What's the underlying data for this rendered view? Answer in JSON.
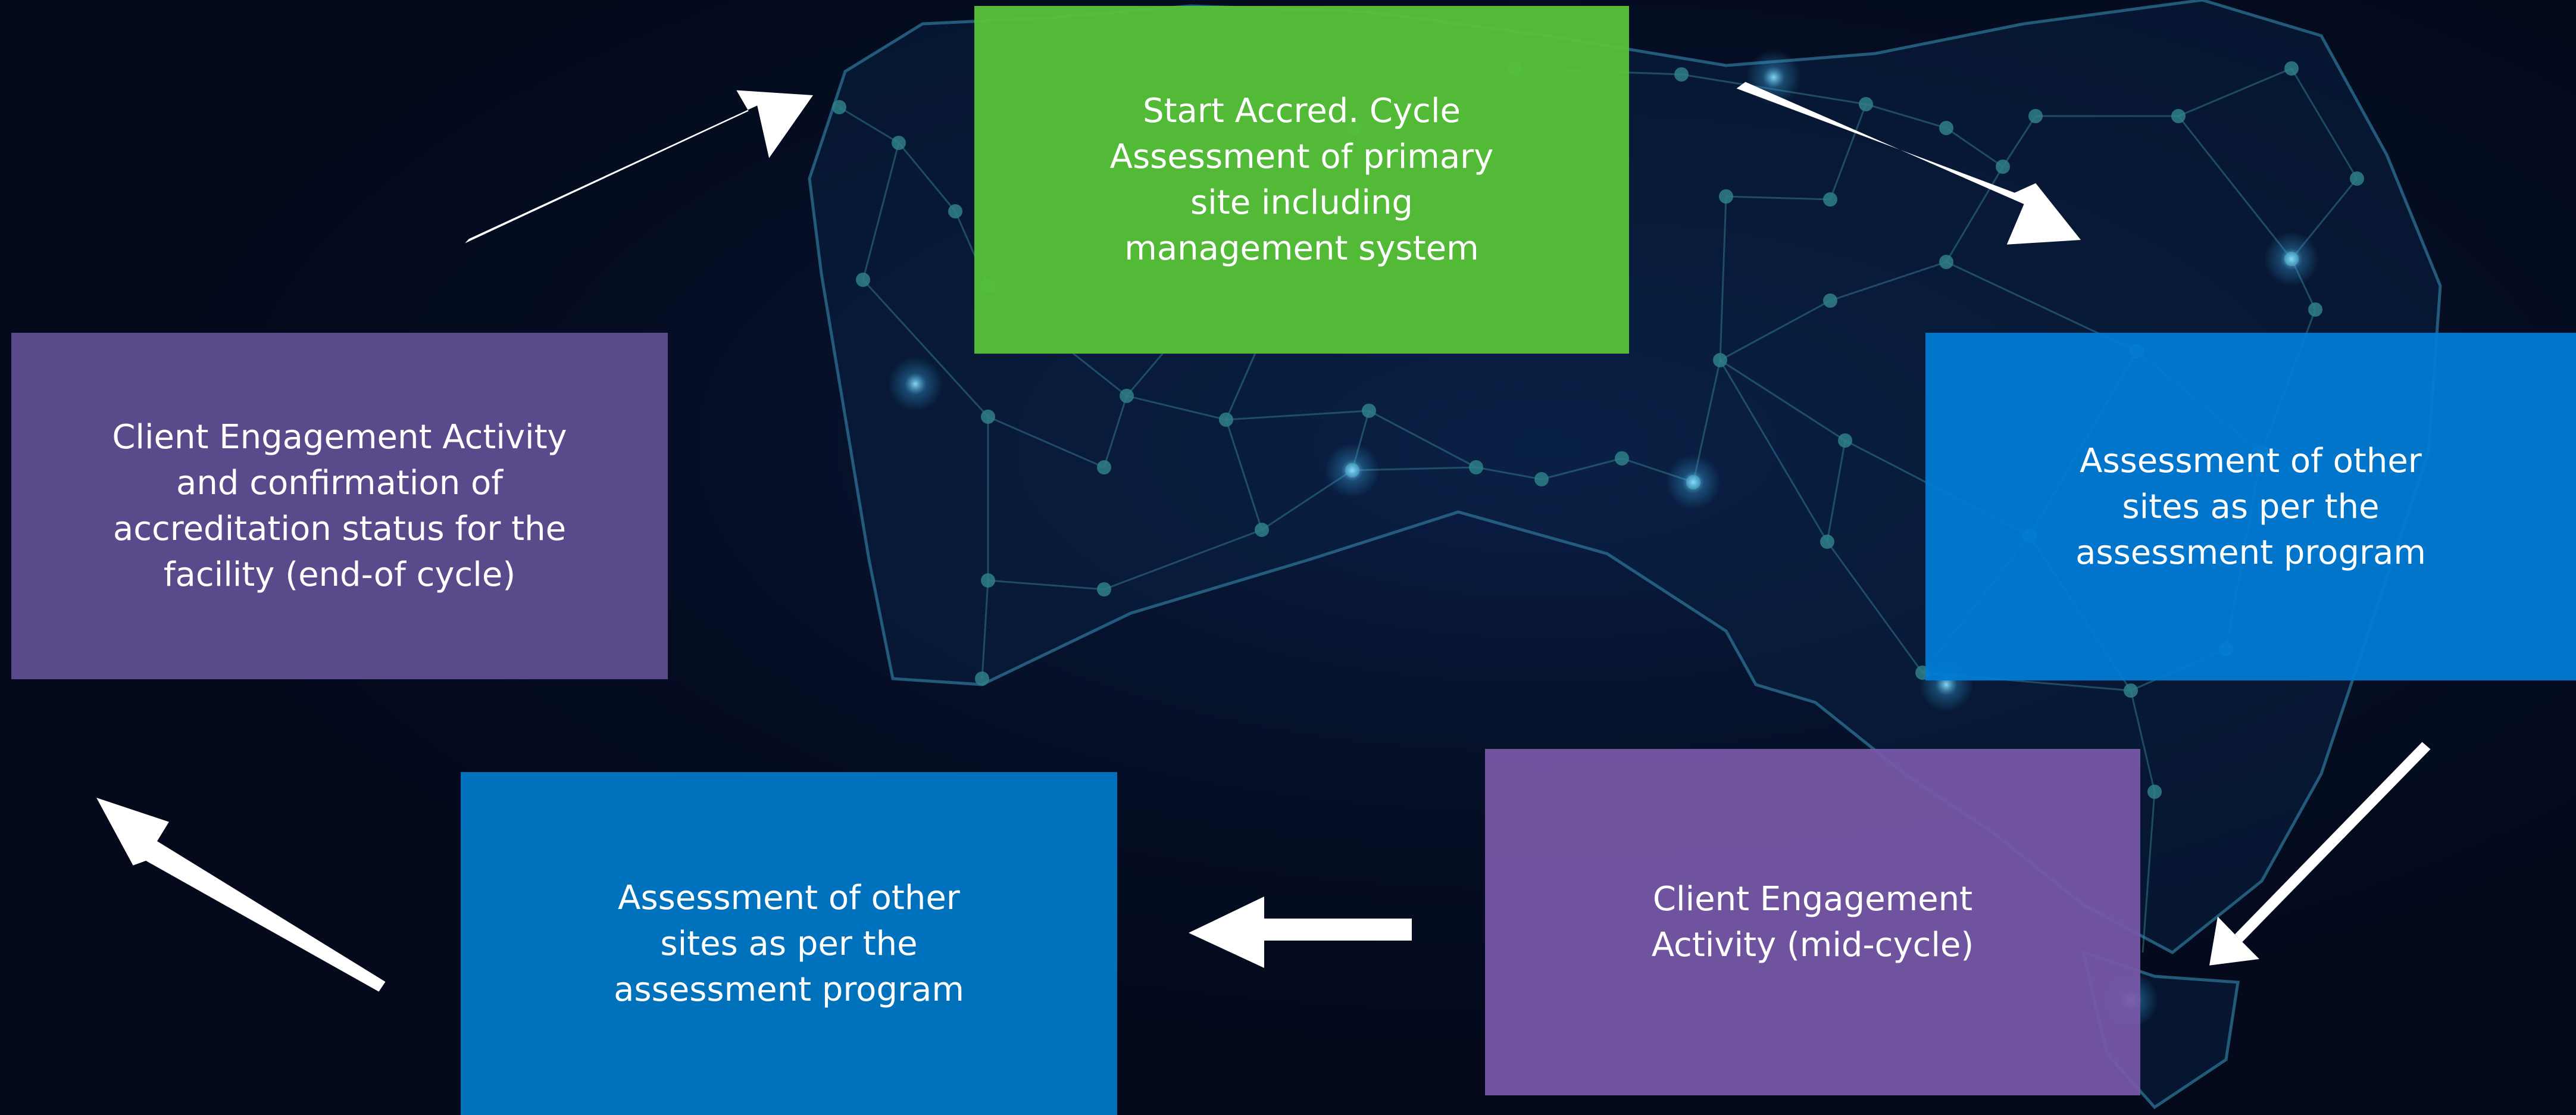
{
  "diagram": {
    "nodes": [
      {
        "id": "start",
        "text": "Start Accred. Cycle\nAssessment of primary\nsite including\nmanagement system",
        "color": "#56c038"
      },
      {
        "id": "other_right",
        "text": "Assessment of other\nsites as per the\nassessment program",
        "color": "#007dd6"
      },
      {
        "id": "mid",
        "text": "Client Engagement\nActivity (mid-cycle)",
        "color": "#7959a8"
      },
      {
        "id": "other_left",
        "text": "Assessment of other\nsites as per the\nassessment program",
        "color": "#0075c1"
      },
      {
        "id": "end",
        "text": "Client Engagement Activity\nand confirmation of\naccreditation status for the\nfacility (end-of cycle)",
        "color": "#5a4a8c"
      }
    ],
    "edges": [
      {
        "from": "start",
        "to": "other_right"
      },
      {
        "from": "other_right",
        "to": "mid"
      },
      {
        "from": "mid",
        "to": "other_left"
      },
      {
        "from": "other_left",
        "to": "end"
      },
      {
        "from": "end",
        "to": "start"
      }
    ]
  }
}
